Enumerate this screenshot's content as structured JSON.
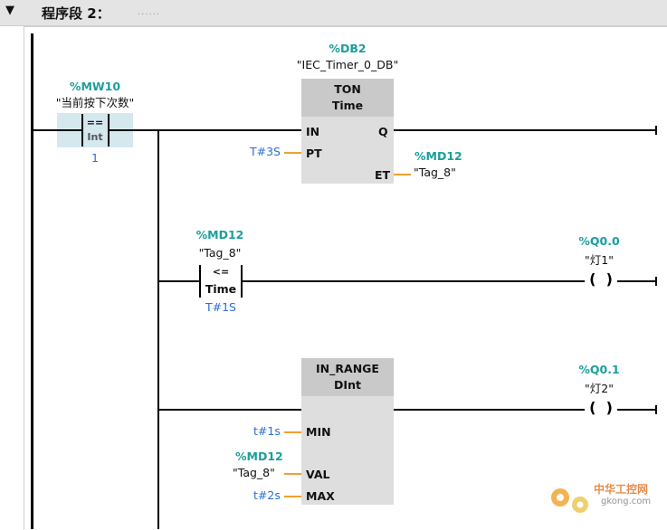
{
  "header": {
    "title": "程序段 2：",
    "comment_placeholder": "......",
    "collapse_icon": "triangle-down-icon"
  },
  "rung1": {
    "compare": {
      "address": "%MW10",
      "tag": "\"当前按下次数\"",
      "operator": "==",
      "type": "Int",
      "value": "1"
    },
    "timer": {
      "db_address": "%DB2",
      "db_name": "\"IEC_Timer_0_DB\"",
      "type": "TON",
      "subtype": "Time",
      "pin_in": "IN",
      "pin_pt": "PT",
      "pin_q": "Q",
      "pin_et": "ET",
      "pt_value": "T#3S",
      "et_address": "%MD12",
      "et_tag": "\"Tag_8\""
    }
  },
  "rung2": {
    "compare": {
      "address": "%MD12",
      "tag": "\"Tag_8\"",
      "operator": "<=",
      "type": "Time",
      "value": "T#1S"
    },
    "coil": {
      "address": "%Q0.0",
      "tag": "\"灯1\"",
      "symbol": "( )"
    }
  },
  "rung3": {
    "in_range": {
      "title": "IN_RANGE",
      "type": "DInt",
      "pin_min": "MIN",
      "pin_val": "VAL",
      "pin_max": "MAX",
      "min_value": "t#1s",
      "val_address": "%MD12",
      "val_tag": "\"Tag_8\"",
      "max_value": "t#2s"
    },
    "coil": {
      "address": "%Q0.1",
      "tag": "\"灯2\"",
      "symbol": "( )"
    }
  },
  "watermark": {
    "text_cn": "中华工控网",
    "text_url": "gkong.com"
  }
}
